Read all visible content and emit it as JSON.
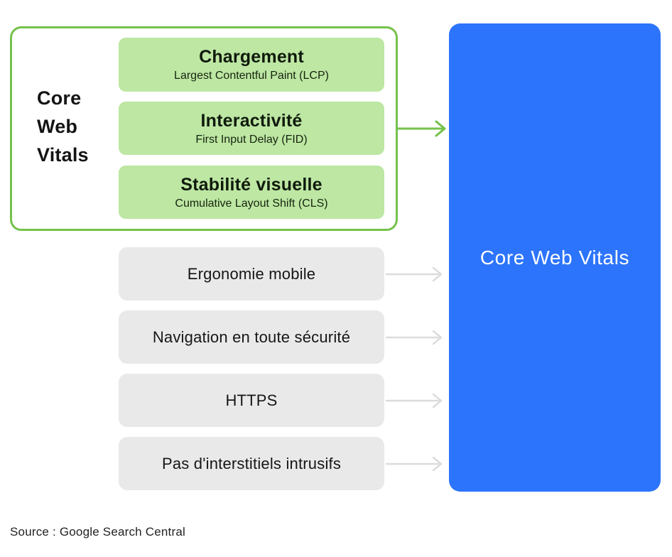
{
  "colors": {
    "green_border": "#74C24B",
    "green_fill": "#BDE7A3",
    "gray_fill": "#E9E9E9",
    "blue_fill": "#2C74FB",
    "gray_arrow": "#DCDCDC",
    "text_dark": "#141414",
    "text_white": "#FFFFFF"
  },
  "icons": {
    "arrow_right": "→"
  },
  "core_group": {
    "label_lines": [
      "Core",
      "Web",
      "Vitals"
    ],
    "items": [
      {
        "title": "Chargement",
        "subtitle": "Largest Contentful Paint (LCP)"
      },
      {
        "title": "Interactivité",
        "subtitle": "First Input Delay (FID)"
      },
      {
        "title": "Stabilité visuelle",
        "subtitle": "Cumulative Layout Shift (CLS)"
      }
    ]
  },
  "other_factors": [
    {
      "label": "Ergonomie mobile"
    },
    {
      "label": "Navigation en toute sécurité"
    },
    {
      "label": "HTTPS"
    },
    {
      "label": "Pas d'interstitiels intrusifs"
    }
  ],
  "result_box": {
    "label": "Core Web Vitals"
  },
  "source": "Source : Google Search Central"
}
